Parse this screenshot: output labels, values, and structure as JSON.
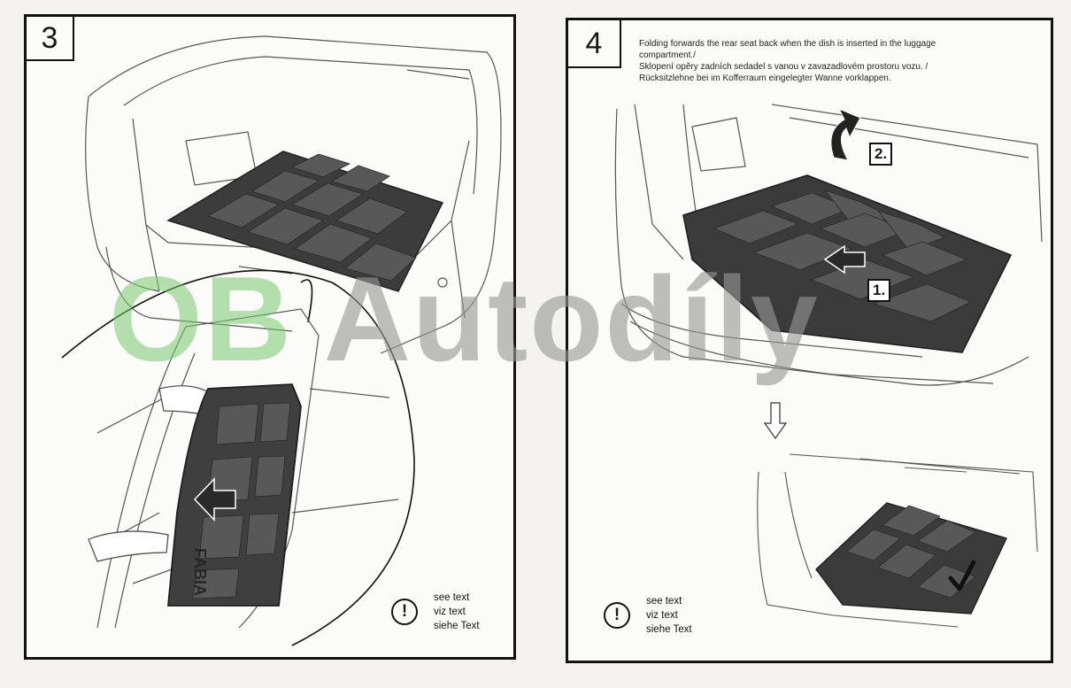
{
  "steps": [
    {
      "number": "3",
      "note": {
        "icon": "exclamation-icon",
        "lines": [
          "see text",
          "viz text",
          "siehe Text"
        ]
      }
    },
    {
      "number": "4",
      "caption": [
        "Folding forwards the rear seat back when the dish is inserted in the luggage",
        "compartment./",
        "Sklopení opěry zadních sedadel s vanou v zavazadlovém prostoru vozu. /",
        "Rücksitzlehne bei im Kofferraum eingelegter Wanne vorklappen."
      ],
      "labels": {
        "step_a": "1.",
        "step_b": "2."
      },
      "note": {
        "icon": "exclamation-icon",
        "lines": [
          "see text",
          "viz text",
          "siehe Text"
        ]
      }
    }
  ],
  "tray_brand_text": "FABIA",
  "watermark": {
    "part_a": "OB",
    "part_b": " Autodíly"
  },
  "colors": {
    "frame": "#111111",
    "tray": "#3a3a3a",
    "watermark_green": "#7cc86e",
    "watermark_gray": "#969696"
  }
}
